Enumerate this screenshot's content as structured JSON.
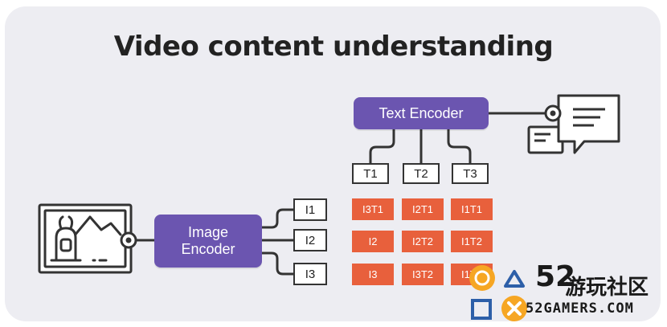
{
  "title": "Video content understanding",
  "text_encoder": {
    "label": "Text Encoder"
  },
  "image_encoder": {
    "line1": "Image",
    "line2": "Encoder"
  },
  "text_tokens": [
    "T1",
    "T2",
    "T3"
  ],
  "image_tokens": [
    "I1",
    "I2",
    "I3"
  ],
  "matrix": [
    [
      "I3T1",
      "I2T1",
      "I1T1"
    ],
    [
      "I2",
      "I2T2",
      "I1T2"
    ],
    [
      "I3",
      "I3T2",
      "I1T2"
    ]
  ],
  "watermark": {
    "number": "52",
    "chinese": "游玩社区",
    "url": "52GAMERS.COM"
  },
  "colors": {
    "encoder": "#6b55b0",
    "cell": "#e8603c",
    "panel": "#ededf2",
    "watermark_orange": "#f6a623",
    "watermark_blue": "#2d5fa8"
  }
}
